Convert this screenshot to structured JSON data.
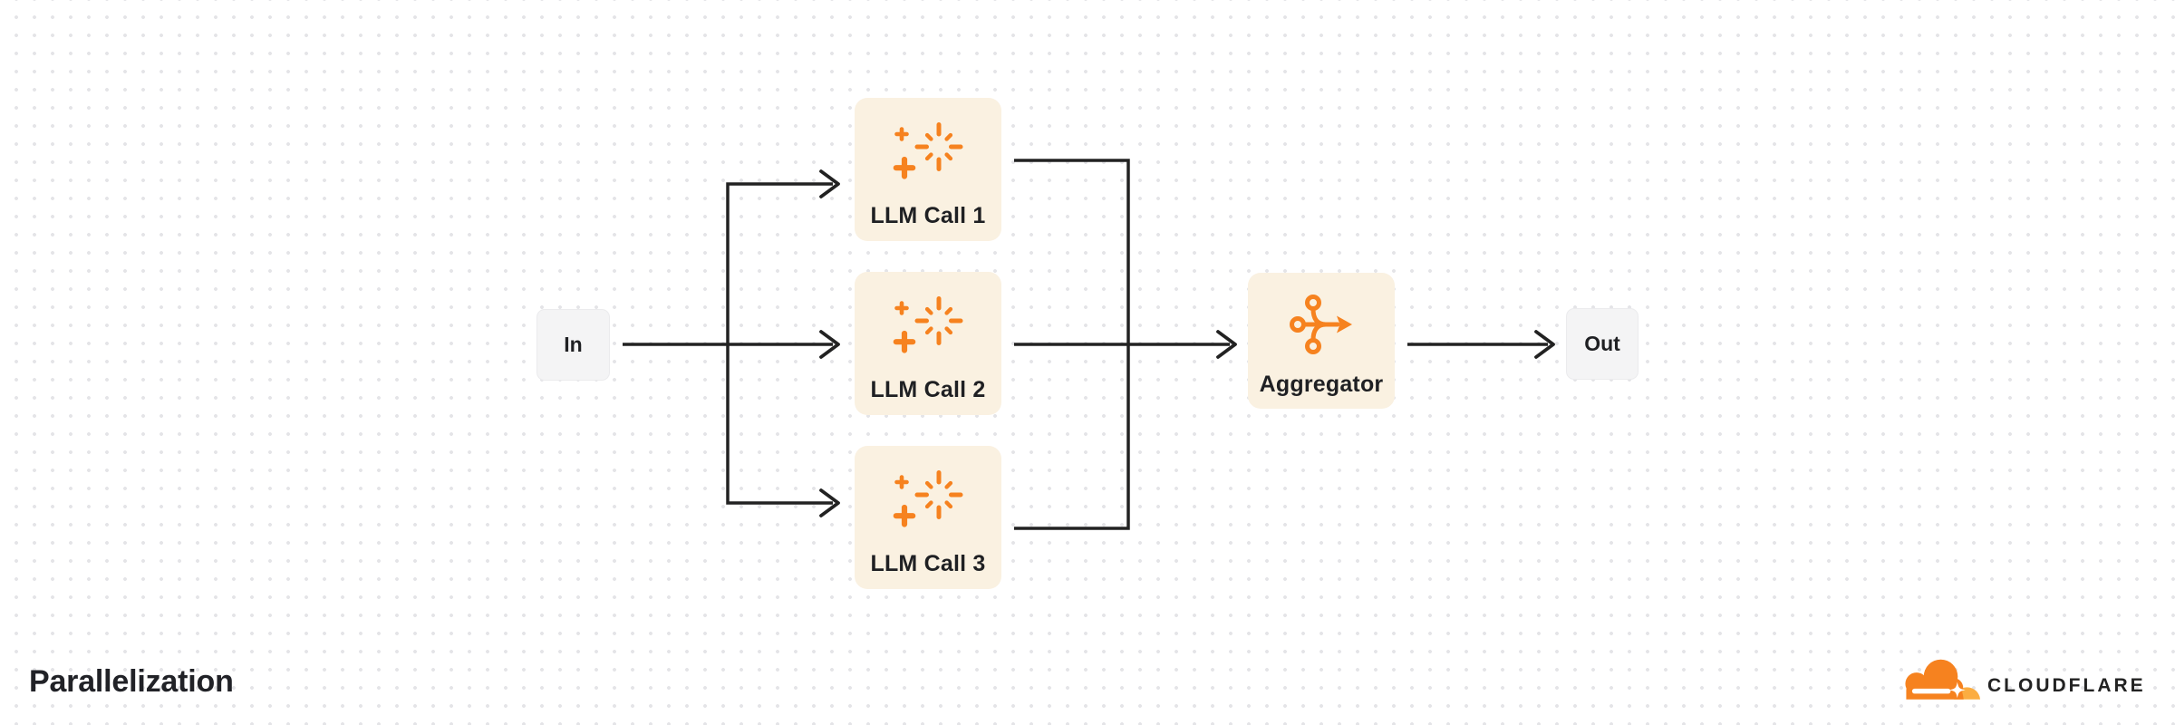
{
  "title": "Parallelization",
  "brand": {
    "wordmark": "CLOUDFLARE",
    "logo_icon": "cloudflare-cloud-logo"
  },
  "diagram": {
    "nodes": {
      "input": {
        "label": "In"
      },
      "llm_calls": [
        {
          "label": "LLM Call 1",
          "icon": "ai-sparkle-icon"
        },
        {
          "label": "LLM Call 2",
          "icon": "ai-sparkle-icon"
        },
        {
          "label": "LLM Call 3",
          "icon": "ai-sparkle-icon"
        }
      ],
      "aggregator": {
        "label": "Aggregator",
        "icon": "merge-arrows-icon"
      },
      "output": {
        "label": "Out"
      }
    },
    "edges": [
      {
        "from": "In",
        "to": "LLM Call 1"
      },
      {
        "from": "In",
        "to": "LLM Call 2"
      },
      {
        "from": "In",
        "to": "LLM Call 3"
      },
      {
        "from": "LLM Call 1",
        "to": "Aggregator"
      },
      {
        "from": "LLM Call 2",
        "to": "Aggregator"
      },
      {
        "from": "LLM Call 3",
        "to": "Aggregator"
      },
      {
        "from": "Aggregator",
        "to": "Out"
      }
    ]
  },
  "colors": {
    "canvas-bg": "#FFFFFF",
    "grid-dot": "#E4E4E7",
    "connector": "#222222",
    "card-bg": "#FAF1E1",
    "endpoint-bg": "#F4F4F5",
    "endpoint-border": "#EBEBED",
    "node-label": "#1F2023",
    "title-text": "#212227",
    "accent-orange": "#F6821F",
    "accent-orange-light": "#FBAD41",
    "wordmark": "#222222"
  }
}
